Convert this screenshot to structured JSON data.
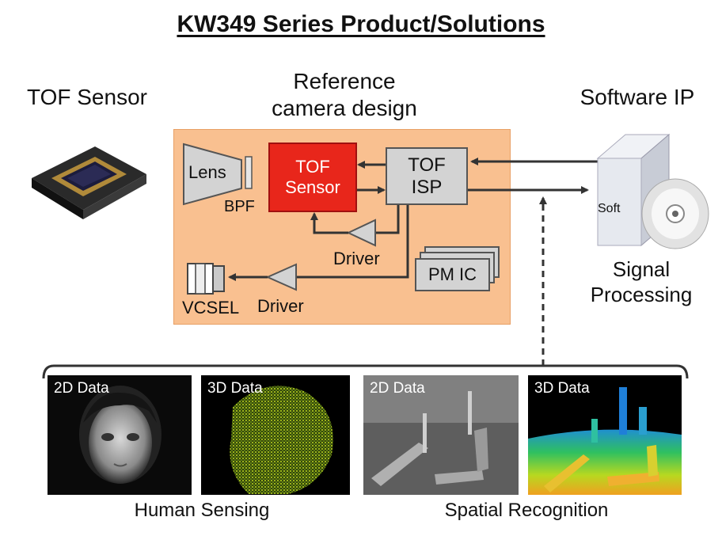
{
  "title": "KW349 Series Product/Solutions",
  "headers": {
    "tof_sensor": "TOF Sensor",
    "reference": "Reference\ncamera design",
    "software_ip": "Software IP"
  },
  "diagram": {
    "lens": "Lens",
    "bpf": "BPF",
    "tof_sensor_chip": "TOF\nSensor",
    "tof_isp": "TOF\nISP",
    "driver_upper": "Driver",
    "pm_ic": "PM IC",
    "vcsel": "VCSEL",
    "driver_lower": "Driver"
  },
  "software": {
    "soft_label": "Soft",
    "caption": "Signal\nProcessing"
  },
  "applications": [
    {
      "name": "Human Sensing",
      "panels": [
        {
          "label": "2D Data"
        },
        {
          "label": "3D Data"
        }
      ]
    },
    {
      "name": "Spatial Recognition",
      "panels": [
        {
          "label": "2D Data"
        },
        {
          "label": "3D Data"
        }
      ]
    }
  ],
  "colors": {
    "panel_fill": "#f9c090",
    "sensor_red": "#e8261b",
    "box_gray": "#d3d3d3"
  }
}
